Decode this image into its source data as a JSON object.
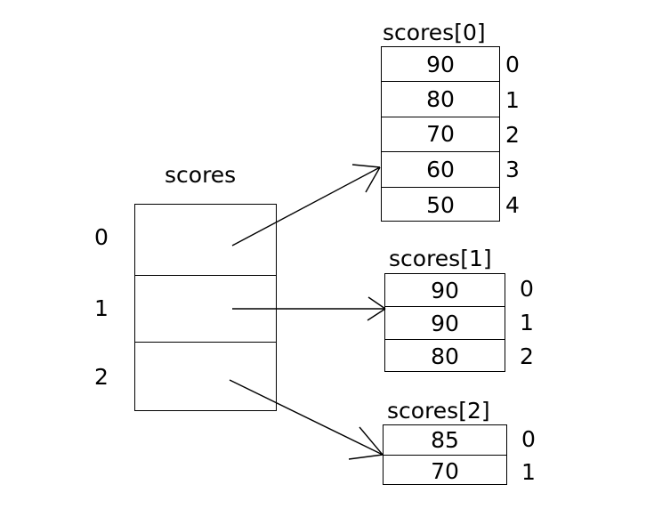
{
  "diagram": {
    "type": "jagged-array-memory-diagram",
    "stroke_color": "#000000",
    "background_color": "#ffffff"
  },
  "outer_array": {
    "title": "scores",
    "row_count": 3,
    "index_labels": [
      "0",
      "1",
      "2"
    ],
    "rows": [
      "",
      "",
      ""
    ]
  },
  "inner_arrays": [
    {
      "title": "scores[0]",
      "values": [
        "90",
        "80",
        "70",
        "60",
        "50"
      ],
      "index_labels": [
        "0",
        "1",
        "2",
        "3",
        "4"
      ]
    },
    {
      "title": "scores[1]",
      "values": [
        "90",
        "90",
        "80"
      ],
      "index_labels": [
        "0",
        "1",
        "2"
      ]
    },
    {
      "title": "scores[2]",
      "values": [
        "85",
        "70"
      ],
      "index_labels": [
        "0",
        "1"
      ]
    }
  ],
  "arrows": [
    {
      "name": "pointer-0-to-scores0",
      "from_row": "0",
      "to_array": "scores[0]"
    },
    {
      "name": "pointer-1-to-scores1",
      "from_row": "1",
      "to_array": "scores[1]"
    },
    {
      "name": "pointer-2-to-scores2",
      "from_row": "2",
      "to_array": "scores[2]"
    }
  ]
}
